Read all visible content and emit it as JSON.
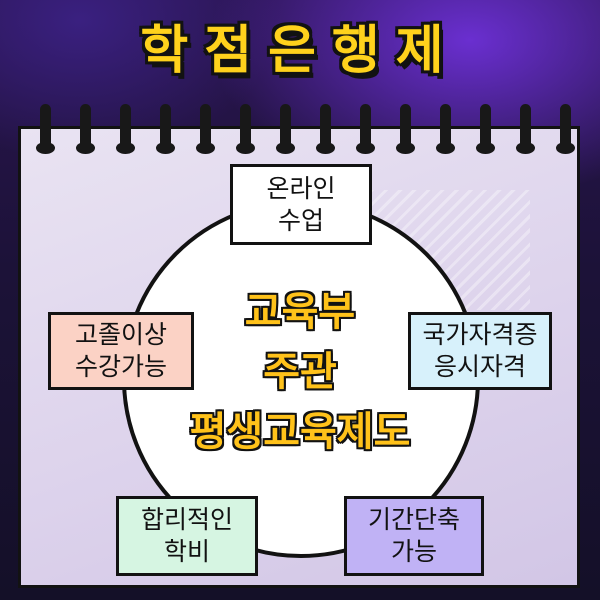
{
  "title": "학점은행제",
  "center": {
    "line1": "교육부",
    "line2": "주관",
    "line3": "평생교육제도"
  },
  "features": [
    {
      "line1": "온라인",
      "line2": "수업",
      "color": "#ffffff"
    },
    {
      "line1": "국가자격증",
      "line2": "응시자격",
      "color": "#d7f1fb"
    },
    {
      "line1": "기간단축",
      "line2": "가능",
      "color": "#c0b2f5"
    },
    {
      "line1": "합리적인",
      "line2": "학비",
      "color": "#d6f5e2"
    },
    {
      "line1": "고졸이상",
      "line2": "수강가능",
      "color": "#fbd2c5"
    }
  ],
  "colors": {
    "title": "#ffd21c",
    "center_text": "#ffc21a",
    "notepad": "#e4dcf0",
    "background": "#1c1238"
  }
}
